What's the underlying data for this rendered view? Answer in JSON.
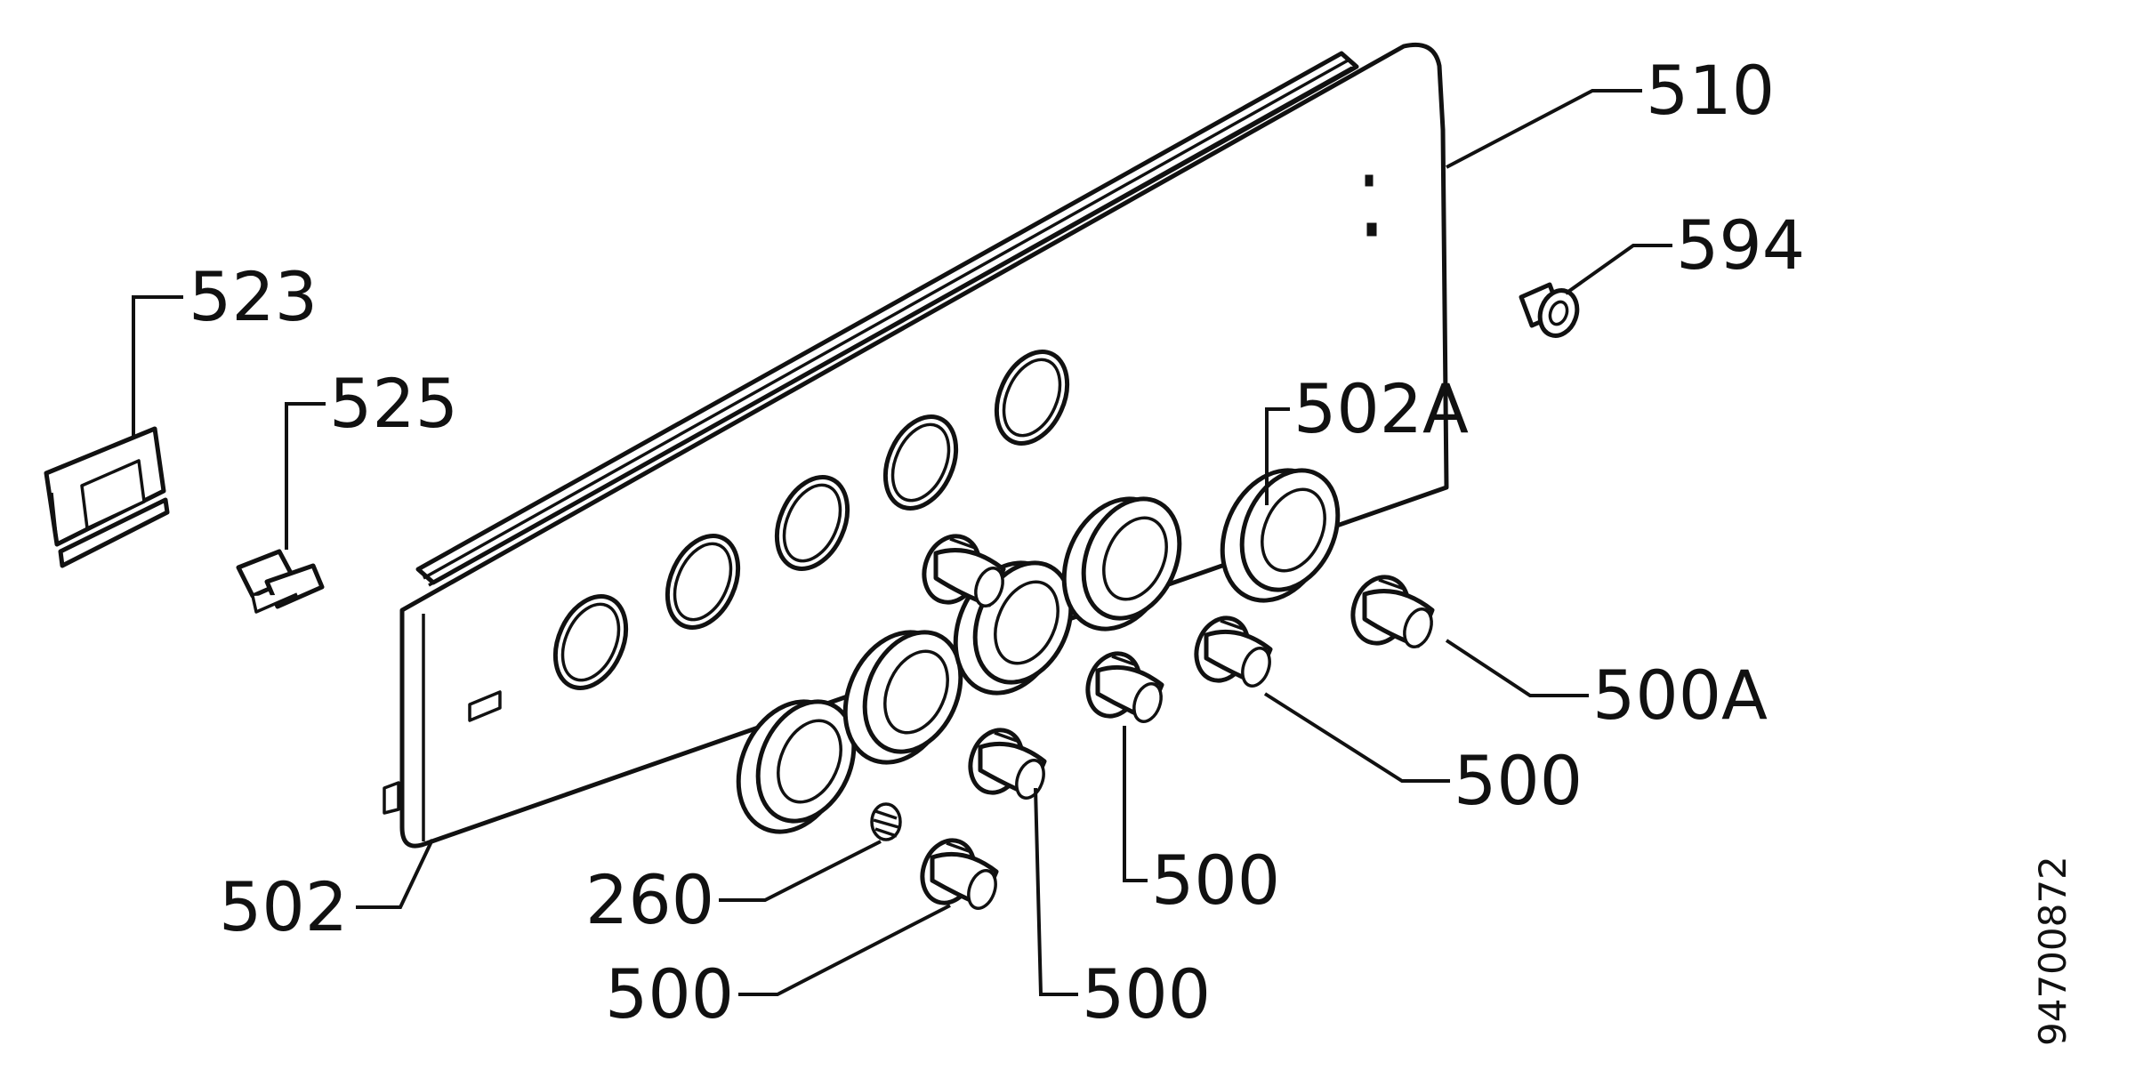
{
  "callouts": {
    "c510": "510",
    "c594": "594",
    "c523": "523",
    "c525": "525",
    "c502A": "502A",
    "c500A": "500A",
    "c500_right": "500",
    "c500_center": "500",
    "c500_bottom_center": "500",
    "c500_bottom_left": "500",
    "c502": "502",
    "c260": "260"
  },
  "drawing_number": "94700872"
}
